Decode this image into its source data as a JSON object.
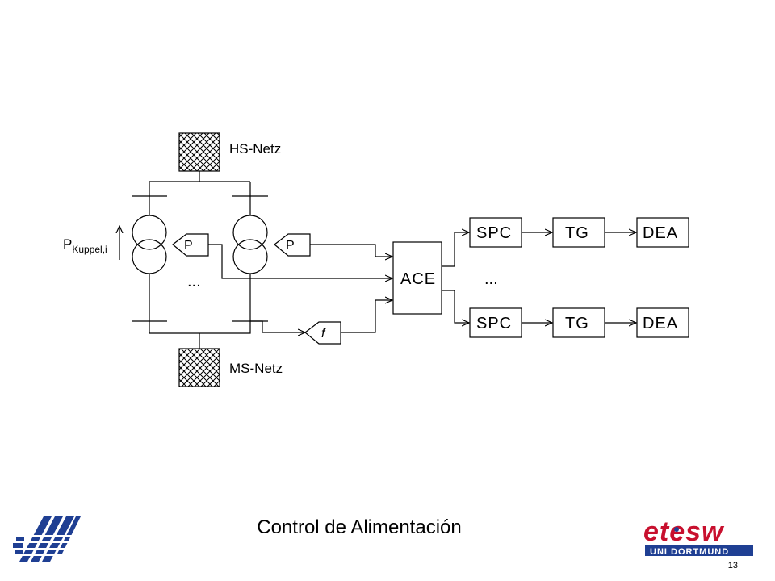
{
  "diagram": {
    "hs_netz_label": "HS-Netz",
    "ms_netz_label": "MS-Netz",
    "p_kuppel_main": "P",
    "p_kuppel_sub": "Kuppel,i",
    "p_measure_1": "P",
    "p_measure_2": "P",
    "f_measure": "f",
    "ellipsis_left": "...",
    "ellipsis_right": "...",
    "ace_label": "ACE",
    "spc_top": "SPC",
    "spc_bottom": "SPC",
    "tg_top": "TG",
    "tg_bottom": "TG",
    "dea_top": "DEA",
    "dea_bottom": "DEA"
  },
  "footer": {
    "title": "Control de Alimentación",
    "page_number": "13",
    "logo_right_main": "etesw",
    "logo_right_sub": "UNI DORTMUND"
  },
  "colors": {
    "ink": "#000000",
    "logo_red": "#c8102e",
    "logo_blue": "#1f3f93"
  }
}
